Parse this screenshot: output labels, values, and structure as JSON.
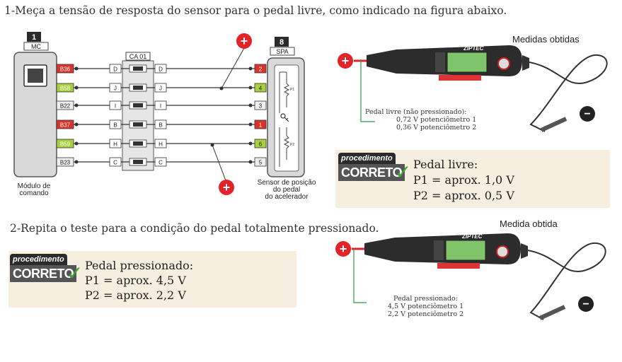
{
  "step1": "1-Meça a tensão de resposta do sensor para o pedal livre, como indicado na figura abaixo.",
  "step2": "2-Repita o teste para a condição do pedal totalmente pressionado.",
  "diagram": {
    "mc_number": "1",
    "mc_label": "MC",
    "mc_caption_line1": "Módulo de",
    "mc_caption_line2": "comando",
    "ca_label": "CA 01",
    "spa_number": "8",
    "spa_label": "SPA",
    "spa_caption_line1": "Sensor de posição",
    "spa_caption_line2": "do pedal",
    "spa_caption_line3": "do acelerador",
    "p1_label": "P1",
    "p2_label": "P2",
    "mc_pins": [
      "B36",
      "B58",
      "B22",
      "B37",
      "B59",
      "B23"
    ],
    "connector_pins": [
      "D",
      "J",
      "I",
      "B",
      "H",
      "C"
    ],
    "spa_pins": [
      "2",
      "4",
      "3",
      "1",
      "6",
      "5"
    ],
    "plus_symbol": "+"
  },
  "top_measure": {
    "title": "Medidas obtidas",
    "brand": "ZIPTEC",
    "line1": "Pedal livre (não pressionado):",
    "line2": "0,72 V potenciômetro 1",
    "line3": "0,36 V potenciômetro 2",
    "plus_symbol": "+",
    "minus_symbol": "−"
  },
  "bottom_measure": {
    "title": "Medida obtida",
    "brand": "ZIPTEC",
    "line1": "Pedal pressionado:",
    "line2": "4,5 V potenciômetro 1",
    "line3": "2,2 V potenciômetro 2",
    "plus_symbol": "+",
    "minus_symbol": "−"
  },
  "result_free": {
    "badge_top": "procedimento",
    "badge_bottom": "CORRETO",
    "title": "Pedal livre:",
    "p1": "P1 = aprox. 1,0 V",
    "p2": "P2 = aprox. 0,5 V"
  },
  "result_pressed": {
    "badge_top": "procedimento",
    "badge_bottom": "CORRETO",
    "title": "Pedal pressionado:",
    "p1": "P1 = aprox. 4,5 V",
    "p2": "P2 = aprox. 2,2 V"
  },
  "colors": {
    "pin_red": "#d9342b",
    "pin_green": "#a7cf3e",
    "probe_red": "#e2232a",
    "lcd_green": "#7fc36a",
    "panel_bg": "#f6efdf",
    "check_green": "#3aa535"
  }
}
